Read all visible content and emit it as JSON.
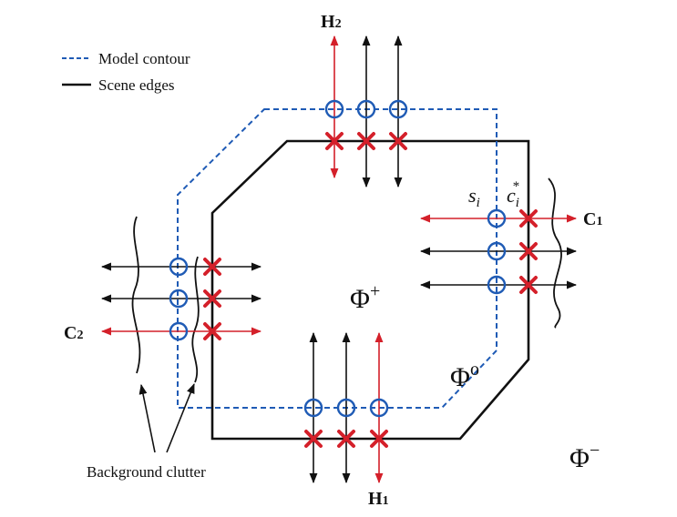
{
  "legend": {
    "model_contour": "Model contour",
    "scene_edges": "Scene edges"
  },
  "labels": {
    "h2": "H",
    "h2_sub": "2",
    "h1": "H",
    "h1_sub": "1",
    "c1": "C",
    "c1_sub": "1",
    "c2": "C",
    "c2_sub": "2",
    "s_i": "s",
    "s_i_sub": "i",
    "c_i_star": "c",
    "c_i_star_sub": "i",
    "c_i_star_sup": "*",
    "phi_plus": "Φ",
    "phi_plus_sup": "+",
    "phi_zero": "Φ",
    "phi_zero_sup": "o",
    "phi_minus": "Φ",
    "phi_minus_sup": "−",
    "background_clutter": "Background clutter"
  },
  "colors": {
    "model_contour": "#1f5bb5",
    "scene_edges": "#111111",
    "highlight": "#d4202a",
    "marker_circle": "#1f5bb5",
    "marker_cross": "#d4202a"
  }
}
